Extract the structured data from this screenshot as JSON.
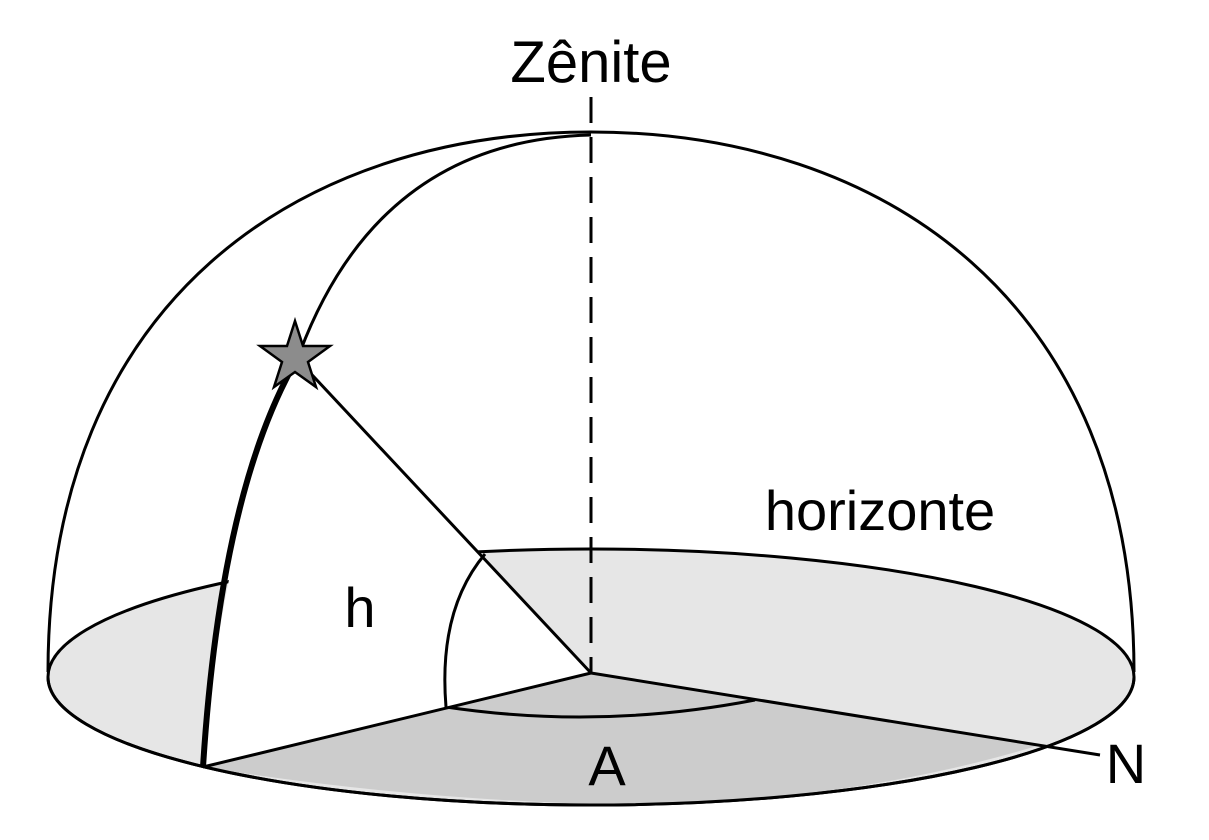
{
  "labels": {
    "zenith": "Zênite",
    "horizon": "horizonte",
    "altitude": "h",
    "azimuth": "A",
    "north": "N"
  },
  "colors": {
    "stroke": "#000000",
    "horizon_disk": "#e6e6e6",
    "sector": "#cccccc",
    "star": "#8c8c8c",
    "background": "#ffffff"
  }
}
